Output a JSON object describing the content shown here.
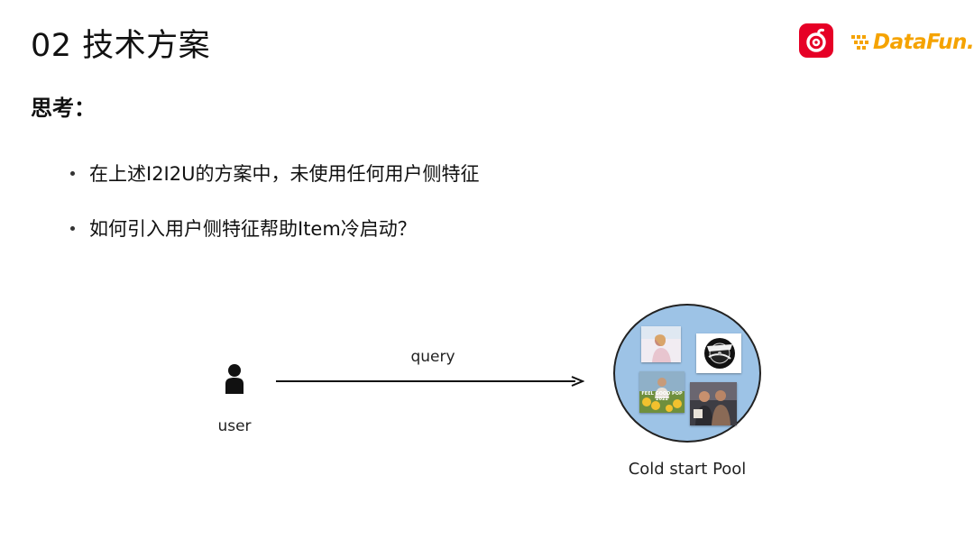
{
  "slide": {
    "title": "02 技术方案",
    "heading": "思考：",
    "bullets": [
      "在上述I2I2U的方案中，未使用任何用户侧特征",
      "如何引入用户侧特征帮助Item冷启动？"
    ]
  },
  "logos": {
    "netease_icon": "netease-cloud-music-icon",
    "datafun_text": "DataFun."
  },
  "diagram": {
    "user_label": "user",
    "edge_label": "query",
    "pool_label": "Cold start Pool",
    "cover_texts": [
      "FEEL GOOD POP",
      "2022"
    ]
  },
  "colors": {
    "netease_red": "#e60026",
    "datafun_orange": "#f5a300",
    "pool_fill": "#9dc3e6"
  }
}
